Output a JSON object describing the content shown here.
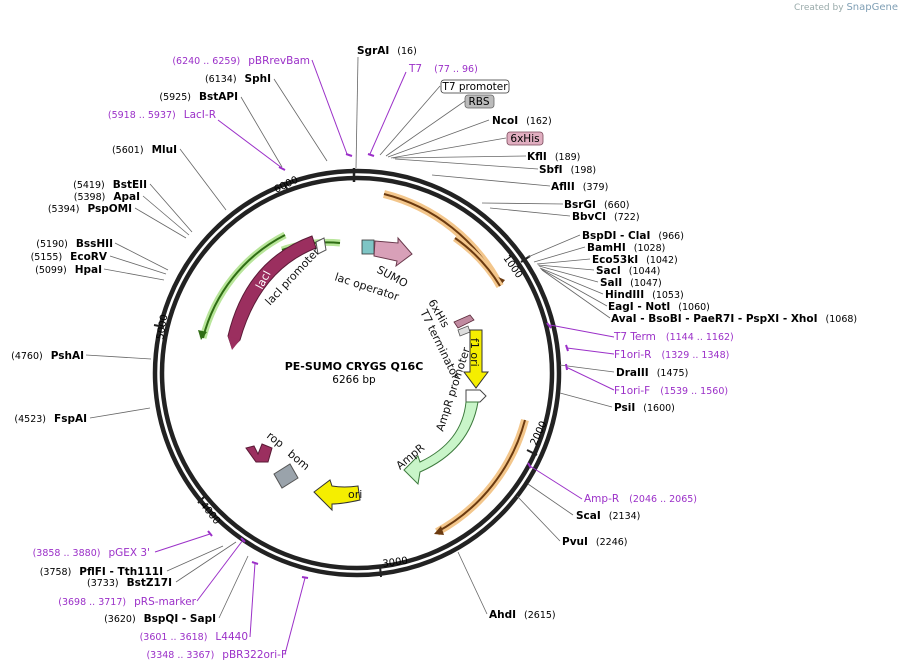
{
  "credit": {
    "prefix": "Created by",
    "brand": "SnapGene"
  },
  "plasmid": {
    "name": "PE-SUMO CRYGS Q16C",
    "length": "6266 bp"
  },
  "ticks": [
    "1000",
    "2000",
    "3000",
    "4000",
    "5000",
    "6000"
  ],
  "right_sites": [
    {
      "name": "SgrAI",
      "pos": "(16)"
    },
    {
      "name": "NcoI",
      "pos": "(162)"
    },
    {
      "name": "KflI",
      "pos": "(189)"
    },
    {
      "name": "SbfI",
      "pos": "(198)"
    },
    {
      "name": "AflII",
      "pos": "(379)"
    },
    {
      "name": "BsrGI",
      "pos": "(660)"
    },
    {
      "name": "BbvCI",
      "pos": "(722)"
    },
    {
      "name": "BspDI - ClaI",
      "pos": "(966)"
    },
    {
      "name": "BamHI",
      "pos": "(1028)"
    },
    {
      "name": "Eco53kI",
      "pos": "(1042)"
    },
    {
      "name": "SacI",
      "pos": "(1044)"
    },
    {
      "name": "SalI",
      "pos": "(1047)"
    },
    {
      "name": "HindIII",
      "pos": "(1053)"
    },
    {
      "name": "EagI - NotI",
      "pos": "(1060)"
    },
    {
      "name": "AvaI - BsoBI - PaeR7I - PspXI - XhoI",
      "pos": "(1068)"
    },
    {
      "name": "DraIII",
      "pos": "(1475)"
    },
    {
      "name": "PsiI",
      "pos": "(1600)"
    },
    {
      "name": "ScaI",
      "pos": "(2134)"
    },
    {
      "name": "PvuI",
      "pos": "(2246)"
    },
    {
      "name": "AhdI",
      "pos": "(2615)"
    }
  ],
  "left_sites": [
    {
      "name": "SphI",
      "pos": "(6134)"
    },
    {
      "name": "BstAPI",
      "pos": "(5925)"
    },
    {
      "name": "MluI",
      "pos": "(5601)"
    },
    {
      "name": "BstEII",
      "pos": "(5419)"
    },
    {
      "name": "ApaI",
      "pos": "(5398)"
    },
    {
      "name": "PspOMI",
      "pos": "(5394)"
    },
    {
      "name": "BssHII",
      "pos": "(5190)"
    },
    {
      "name": "EcoRV",
      "pos": "(5155)"
    },
    {
      "name": "HpaI",
      "pos": "(5099)"
    },
    {
      "name": "PshAI",
      "pos": "(4760)"
    },
    {
      "name": "FspAI",
      "pos": "(4523)"
    },
    {
      "name": "PflFI - Tth111I",
      "pos": "(3758)"
    },
    {
      "name": "BstZ17I",
      "pos": "(3733)"
    },
    {
      "name": "BspQI - SapI",
      "pos": "(3620)"
    }
  ],
  "primers": [
    {
      "name": "pBRrevBam",
      "range": "(6240 .. 6259)"
    },
    {
      "name": "T7",
      "range": "(77 .. 96)"
    },
    {
      "name": "LacI-R",
      "range": "(5918 .. 5937)"
    },
    {
      "name": "T7 Term",
      "range": "(1144 .. 1162)"
    },
    {
      "name": "F1ori-R",
      "range": "(1329 .. 1348)"
    },
    {
      "name": "F1ori-F",
      "range": "(1539 .. 1560)"
    },
    {
      "name": "Amp-R",
      "range": "(2046 .. 2065)"
    },
    {
      "name": "pGEX 3'",
      "range": "(3858 .. 3880)"
    },
    {
      "name": "pRS-marker",
      "range": "(3698 .. 3717)"
    },
    {
      "name": "L4440",
      "range": "(3601 .. 3618)"
    },
    {
      "name": "pBR322ori-F",
      "range": "(3348 .. 3367)"
    }
  ],
  "boxed": [
    "T7 promoter",
    "RBS",
    "6xHis"
  ],
  "features": {
    "lacI": "lacI",
    "lacI_promoter": "lacI promoter",
    "lac_operator": "lac operator",
    "sumo": "SUMO",
    "his": "6xHis",
    "t7_terminator": "T7 terminator",
    "f1_ori": "f1 ori",
    "ampr_promoter": "AmpR promoter",
    "ampr": "AmpR",
    "rop": "rop",
    "bom": "bom",
    "ori": "ori"
  }
}
